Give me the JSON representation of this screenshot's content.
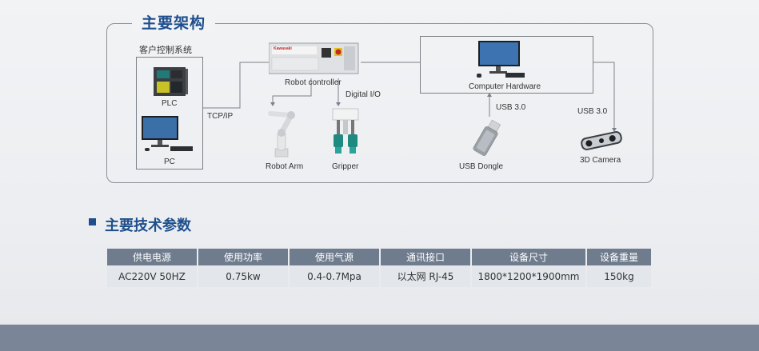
{
  "architecture": {
    "title": "主要架构",
    "customer_system_label": "客户控制系统",
    "plc_label": "PLC",
    "pc_label": "PC",
    "tcp_label": "TCP/IP",
    "robot_controller_label": "Robot controller",
    "robot_arm_label": "Robot Arm",
    "digital_io_label": "Digital I/O",
    "gripper_label": "Gripper",
    "computer_hardware_label": "Computer Hardware",
    "usb_label_left": "USB 3.0",
    "usb_label_right": "USB 3.0",
    "usb_dongle_label": "USB Dongle",
    "camera_label": "3D Camera",
    "controller_brand": "Kawasaki"
  },
  "specs": {
    "title": "主要技术参数",
    "headers": [
      "供电电源",
      "使用功率",
      "使用气源",
      "通讯接口",
      "设备尺寸",
      "设备重量"
    ],
    "values": [
      "AC220V 50HZ",
      "0.75kw",
      "0.4-0.7Mpa",
      "以太网 RJ-45",
      "1800*1200*1900mm",
      "150kg"
    ]
  },
  "colors": {
    "accent": "#1e4e8c",
    "table_header": "#6f7c8e",
    "table_cell": "#e3e6ea",
    "footer": "#7a8697"
  }
}
